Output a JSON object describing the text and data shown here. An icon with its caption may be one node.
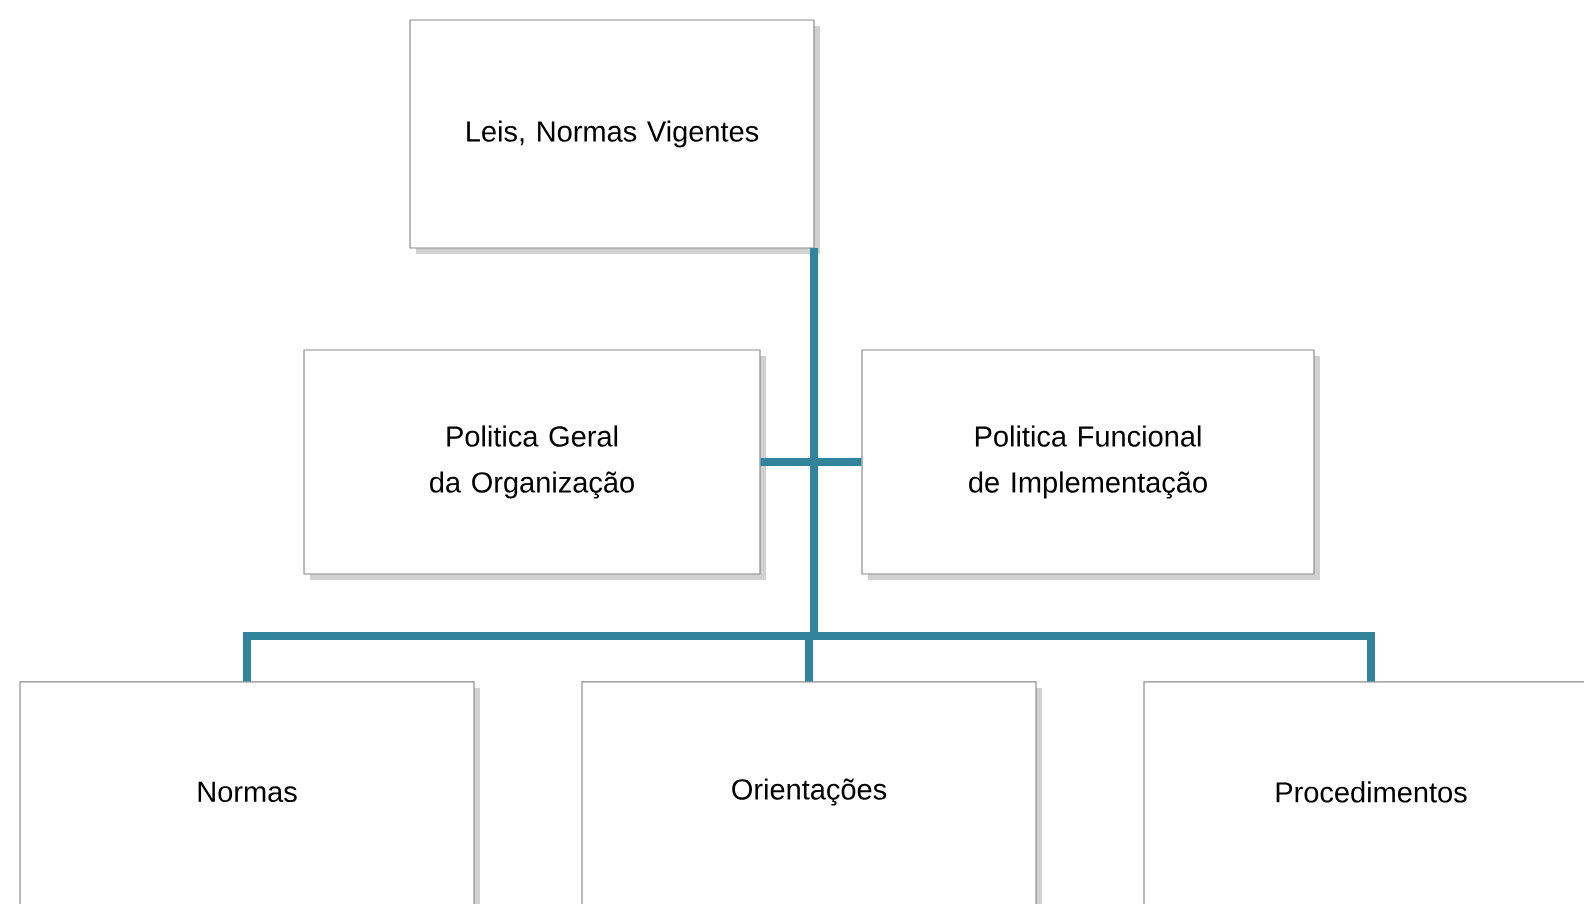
{
  "diagram": {
    "nodes": [
      {
        "text": [
          "Leis, Normas Vigentes"
        ]
      },
      {
        "text": [
          "Politica Geral da Organização"
        ]
      },
      {
        "text": [
          "Politica Funcional de Implementação"
        ]
      },
      {
        "text": [
          "Normas"
        ]
      },
      {
        "text": [
          "Orientações"
        ]
      },
      {
        "text": [
          "Procedimentos"
        ]
      }
    ],
    "edges": [
      {
        "from": 0,
        "to": 1,
        "arrow": "none"
      },
      {
        "from": 0,
        "to": 2,
        "arrow": "none"
      },
      {
        "from": 0,
        "to": 3,
        "arrow": "none"
      },
      {
        "from": 0,
        "to": 4,
        "arrow": "none"
      },
      {
        "from": 0,
        "to": 5,
        "arrow": "none"
      }
    ]
  }
}
